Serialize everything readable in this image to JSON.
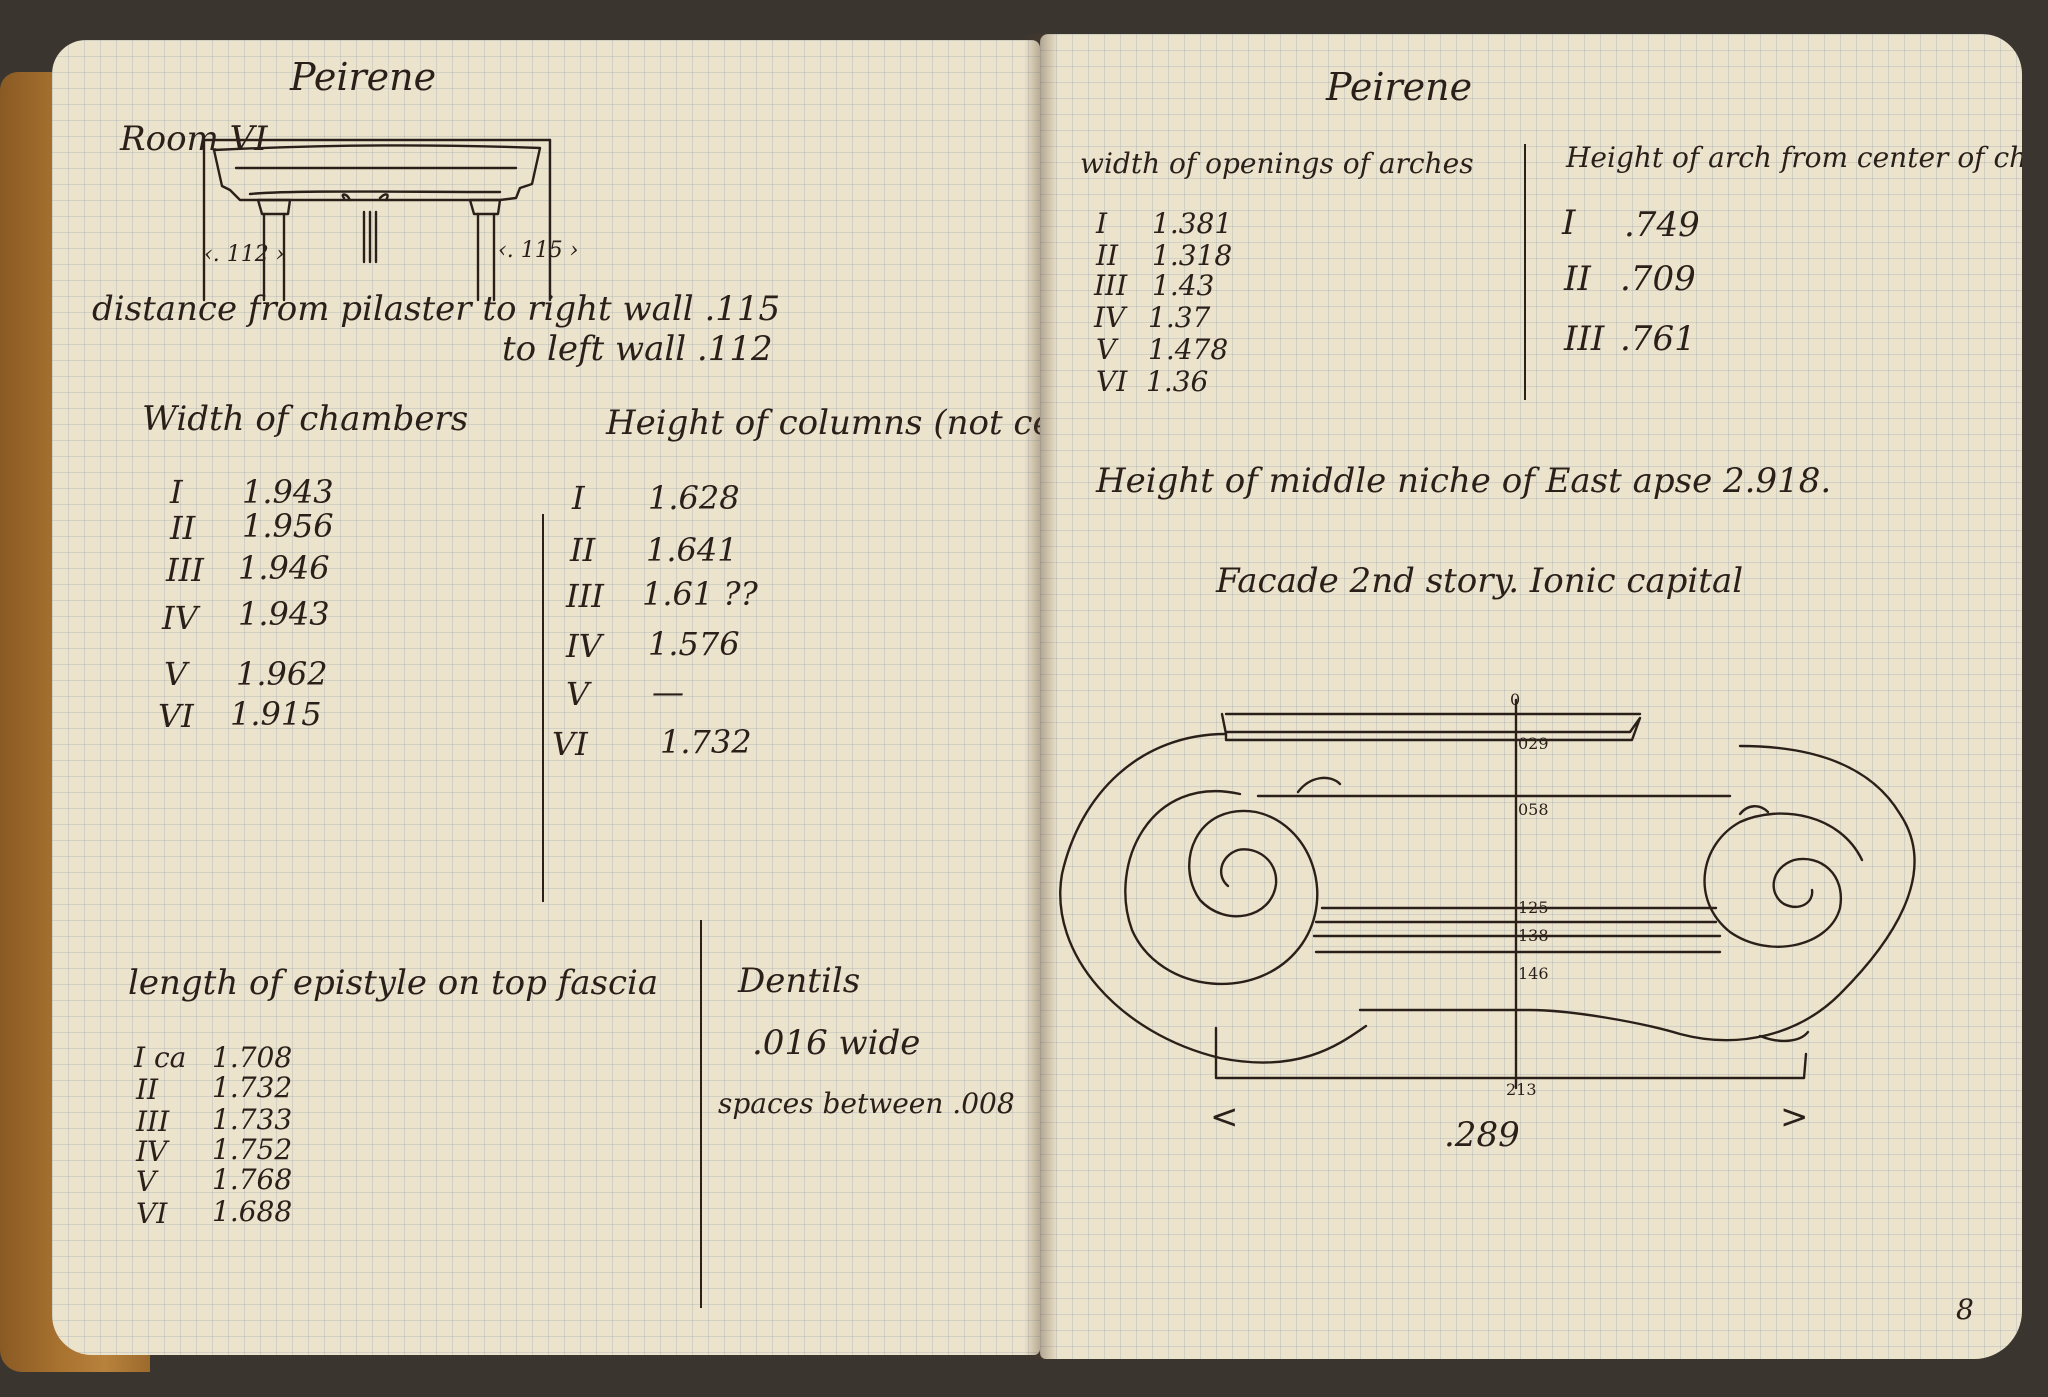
{
  "left_page": {
    "title": "Peirene",
    "room_label": "Room VI",
    "sketch_dims": {
      "left": "‹. 112 ›",
      "right": "‹. 115 ›"
    },
    "distance": {
      "line1": "distance from pilaster to right wall  .115",
      "line2": "to left  wall  .112"
    },
    "chambers": {
      "heading": "Width of chambers",
      "rows": [
        {
          "num": "I",
          "val": "1.943"
        },
        {
          "num": "II",
          "val": "1.956"
        },
        {
          "num": "III",
          "val": "1.946"
        },
        {
          "num": "IV",
          "val": "1.943"
        },
        {
          "num": "V",
          "val": "1.962"
        },
        {
          "num": "VI",
          "val": "1.915"
        }
      ]
    },
    "columns": {
      "heading": "Height of columns (not certain)",
      "rows": [
        {
          "num": "I",
          "val": "1.628"
        },
        {
          "num": "II",
          "val": "1.641"
        },
        {
          "num": "III",
          "val": "1.61 ??"
        },
        {
          "num": "IV",
          "val": "1.576"
        },
        {
          "num": "V",
          "val": "—"
        },
        {
          "num": "VI",
          "val": "1.732"
        }
      ]
    },
    "epistyle": {
      "heading": "length of epistyle on top fascia",
      "rows": [
        {
          "num": "I ca",
          "val": "1.708"
        },
        {
          "num": "II",
          "val": "1.732"
        },
        {
          "num": "III",
          "val": "1.733"
        },
        {
          "num": "IV",
          "val": "1.752"
        },
        {
          "num": "V",
          "val": "1.768"
        },
        {
          "num": "VI",
          "val": "1.688"
        }
      ]
    },
    "dentils": {
      "heading": "Dentils",
      "line1": ".016 wide",
      "line2": "spaces between  .008"
    }
  },
  "right_page": {
    "title": "Peirene",
    "arches_width": {
      "heading": "width of openings of arches",
      "rows": [
        {
          "num": "I",
          "val": "1.381"
        },
        {
          "num": "II",
          "val": "1.318"
        },
        {
          "num": "III",
          "val": "1.43"
        },
        {
          "num": "IV",
          "val": "1.37"
        },
        {
          "num": "V",
          "val": "1.478"
        },
        {
          "num": "VI",
          "val": "1.36"
        }
      ]
    },
    "arches_height": {
      "heading": "Height of arch from center of chord",
      "rows": [
        {
          "num": "I",
          "val": ".749"
        },
        {
          "num": "II",
          "val": ".709"
        },
        {
          "num": "III",
          "val": ".761"
        }
      ]
    },
    "niche": "Height of middle niche of East apse  2.918.",
    "capital": {
      "heading": "Facade  2nd story.   Ionic capital",
      "marks": [
        "0",
        "029",
        "058",
        "125",
        "138",
        "146",
        "213"
      ],
      "width": ".289",
      "arrow_left": "<",
      "arrow_right": ">"
    },
    "page_number": "8"
  },
  "colors": {
    "paper": "#ece3cd",
    "ink": "#2b2019",
    "grid": "#8ca0b4",
    "cover": "#a8722f"
  }
}
